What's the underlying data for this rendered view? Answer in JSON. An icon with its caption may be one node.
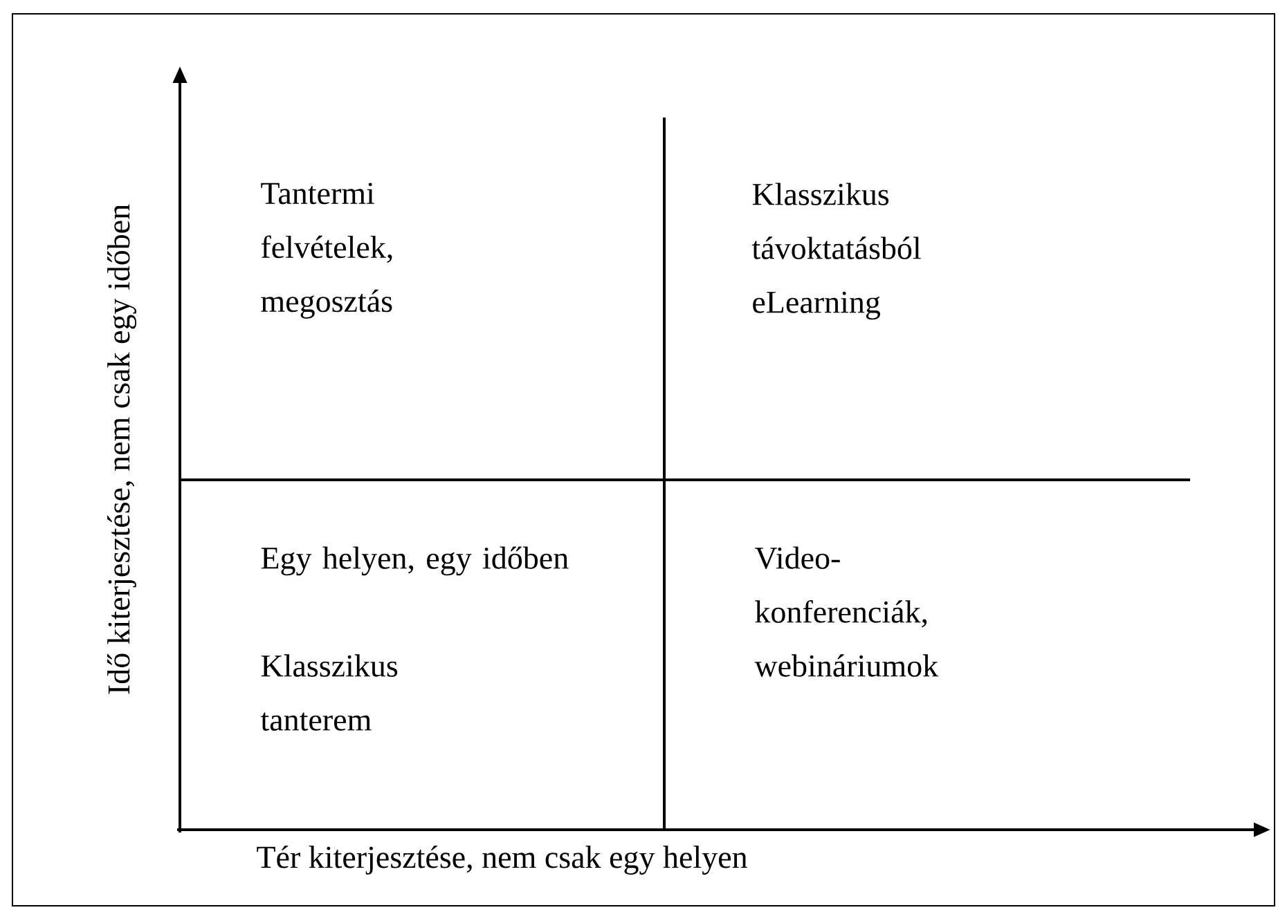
{
  "diagram": {
    "labels": [
      "Tantermi felvételek, megosztás",
      "Klasszikus távoktatásból eLearning",
      "Egy helyen, egy időben",
      "Klasszikus tanterem",
      "Video-konferenciák, webináriumok",
      "Tér kiterjesztése, nem csak egy helyen",
      "Idő kiterjesztése, nem csak egy időben"
    ]
  }
}
